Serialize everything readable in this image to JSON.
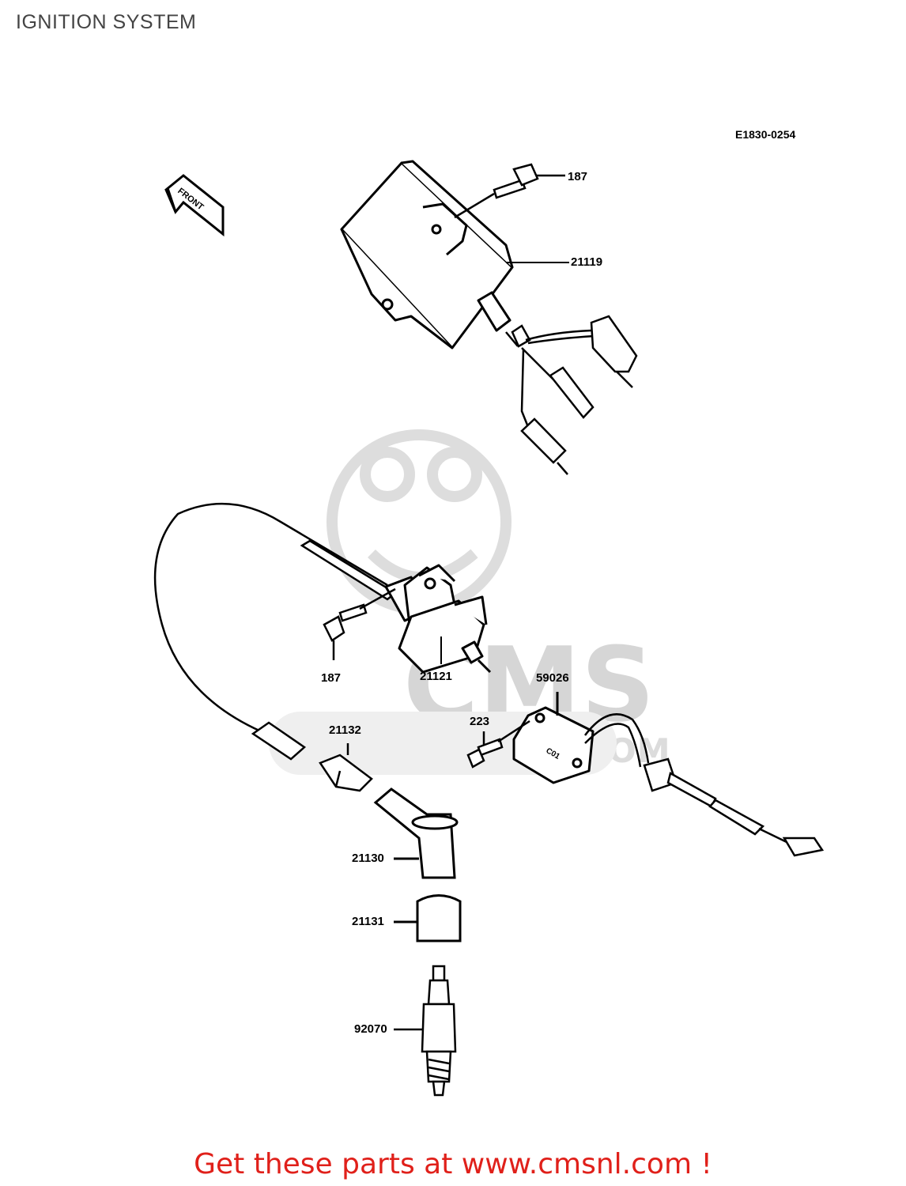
{
  "page": {
    "title": "IGNITION SYSTEM",
    "diagram_code": "E1830-0254",
    "footer_text": "Get these parts at www.cmsnl.com !"
  },
  "watermark": {
    "brand": "CMS",
    "url": "WWW.CMSNL.COM"
  },
  "direction_arrow": {
    "label": "FRONT"
  },
  "part_labels": {
    "bolt_top": "187",
    "igniter_unit": "21119",
    "bolt_coil": "187",
    "ignition_coil": "21121",
    "pickup_coil": "59026",
    "screw_pickup": "223",
    "cap_sleeve": "21132",
    "plug_cap": "21130",
    "plug_cap_seal": "21131",
    "spark_plug": "92070"
  },
  "coil_marking": "C01",
  "colors": {
    "footer_red": "#e0201a",
    "watermark_grey": "#d6d6d6",
    "line": "#000000"
  }
}
